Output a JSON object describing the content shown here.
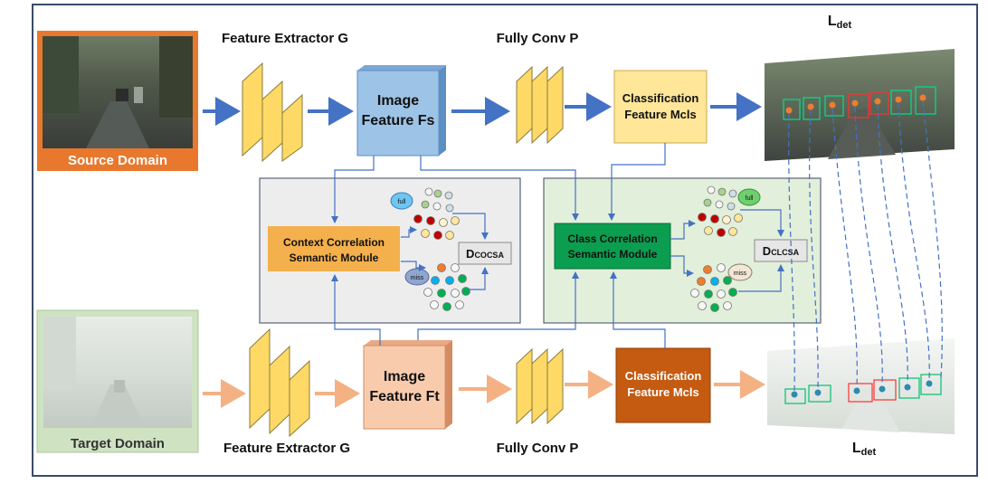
{
  "source_domain": {
    "label": "Source Domain",
    "label_color": "#ffffff",
    "frame_color": "#e8782d"
  },
  "target_domain": {
    "label": "Target Domain",
    "label_color": "#333333",
    "frame_color": "#cfe3c2"
  },
  "feature_extractor_top": "Feature Extractor G",
  "feature_extractor_bottom": "Feature Extractor G",
  "image_feature_top": {
    "line1": "Image",
    "line2": "Feature Fs",
    "color": "#9dc3e6"
  },
  "image_feature_bottom": {
    "line1": "Image",
    "line2": "Feature Ft",
    "color": "#f8cbad"
  },
  "fully_conv_top": "Fully Conv P",
  "fully_conv_bottom": "Fully Conv P",
  "classification_top": {
    "line1": "Classification",
    "line2": "Feature Mcls",
    "color": "#ffe699"
  },
  "classification_bottom": {
    "line1": "Classification",
    "line2": "Feature Mcls",
    "color": "#c55a11"
  },
  "ldet_top": {
    "main": "L",
    "sub": "det"
  },
  "ldet_bottom": {
    "main": "L",
    "sub": "det"
  },
  "context_module": {
    "line1": "Context Correlation",
    "line2": "Semantic Module",
    "color": "#f4b04c"
  },
  "class_module": {
    "line1": "Class Correlation",
    "line2": "Semantic Module",
    "color": "#0b9e50"
  },
  "context_tags": {
    "full": "full",
    "miss": "miss"
  },
  "class_tags": {
    "full": "full",
    "miss": "miss"
  },
  "d_cocsa": {
    "main": "D",
    "sub": "COCSA"
  },
  "d_clcsa": {
    "main": "D",
    "sub": "CLCSA"
  },
  "colors": {
    "blue_arrow": "#4472c4",
    "orange_arrow": "#f4b183",
    "layer_fill": "#ffd966",
    "outer_border": "#3a4a6b",
    "context_panel": "#ededed",
    "class_panel": "#e2efda"
  }
}
